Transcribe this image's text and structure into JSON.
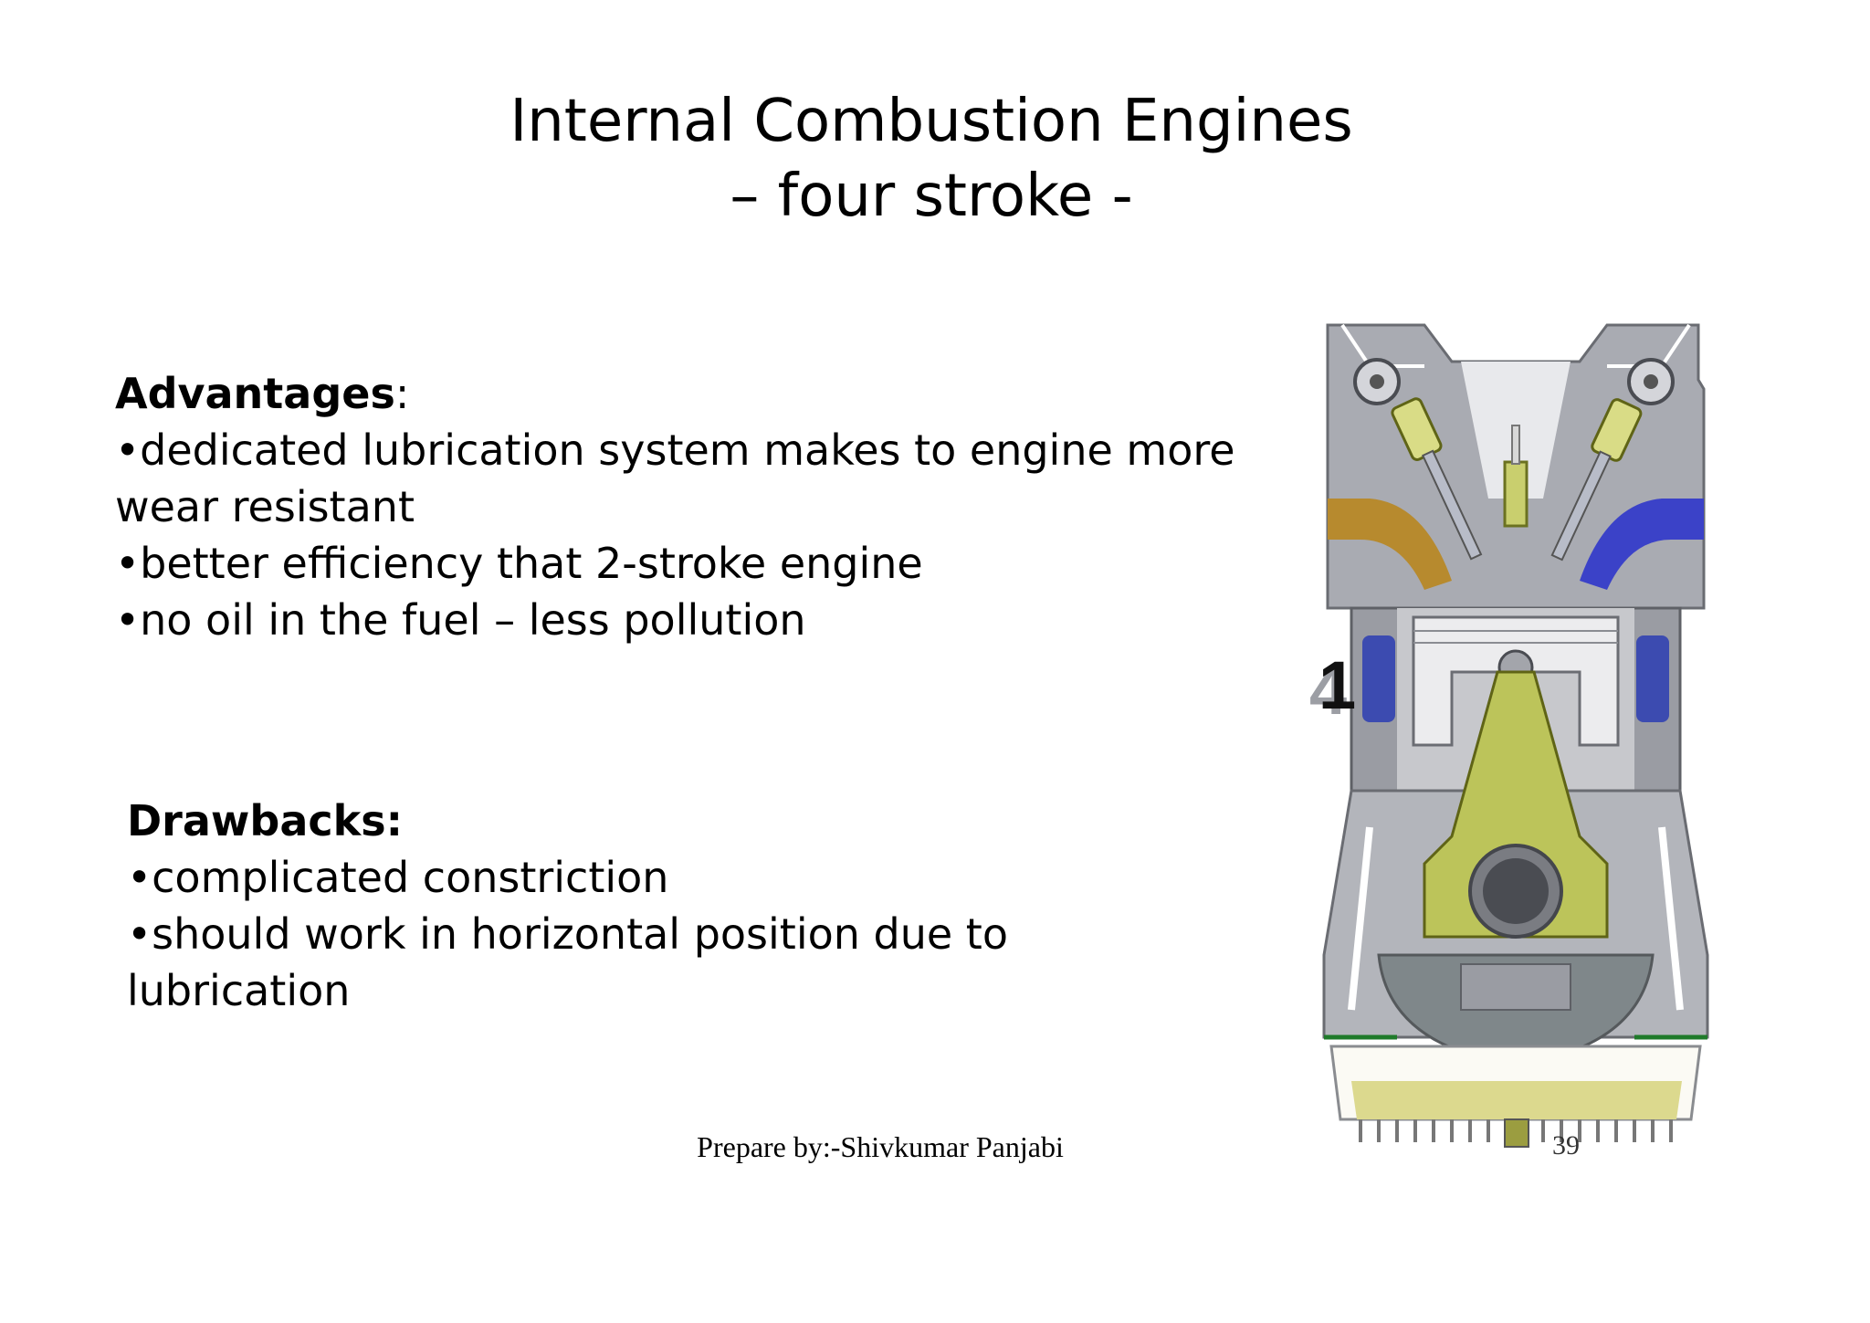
{
  "title": {
    "line1": "Internal Combustion Engines",
    "line2": "– four stroke -"
  },
  "advantages": {
    "heading": "Advantages",
    "colon": ":",
    "items": [
      "•dedicated lubrication system makes to engine more wear resistant",
      "•better efficiency that 2-stroke engine",
      "•no oil in the fuel – less pollution"
    ]
  },
  "drawbacks": {
    "heading": "Drawbacks:",
    "items": [
      "•complicated constriction",
      "•should work in horizontal position due to lubrication"
    ]
  },
  "figure": {
    "stroke_number": "1",
    "stroke_number_shadow": "4"
  },
  "footer": {
    "credit": "Prepare by:-Shivkumar Panjabi",
    "page_number": "39"
  }
}
